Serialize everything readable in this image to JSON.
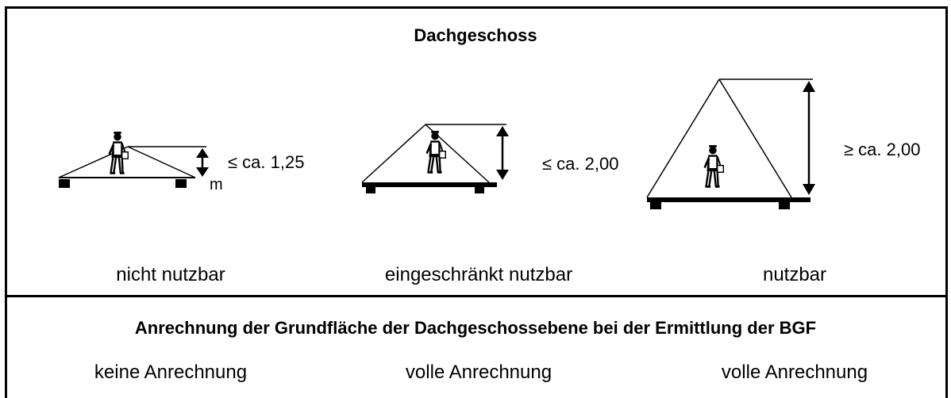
{
  "title": "Dachgeschoss",
  "cases": [
    {
      "height_label": "≤  ca.  1,25",
      "unit_label": "m",
      "status": "nicht nutzbar",
      "anrechnung": "keine Anrechnung"
    },
    {
      "height_label": "≤  ca.  2,00",
      "status": "eingeschränkt nutzbar",
      "anrechnung": "volle Anrechnung"
    },
    {
      "height_label": "≥  ca.  2,00",
      "status": "nutzbar",
      "anrechnung": "volle Anrechnung"
    }
  ],
  "section_title": "Anrechnung der Grundfläche der Dachgeschossebene bei der Ermittlung der BGF",
  "icons": [
    "person-with-bucket-icon",
    "height-arrow-icon",
    "roof-support-icon"
  ],
  "colors": {
    "line": "#000000",
    "background": "#ffffff"
  }
}
